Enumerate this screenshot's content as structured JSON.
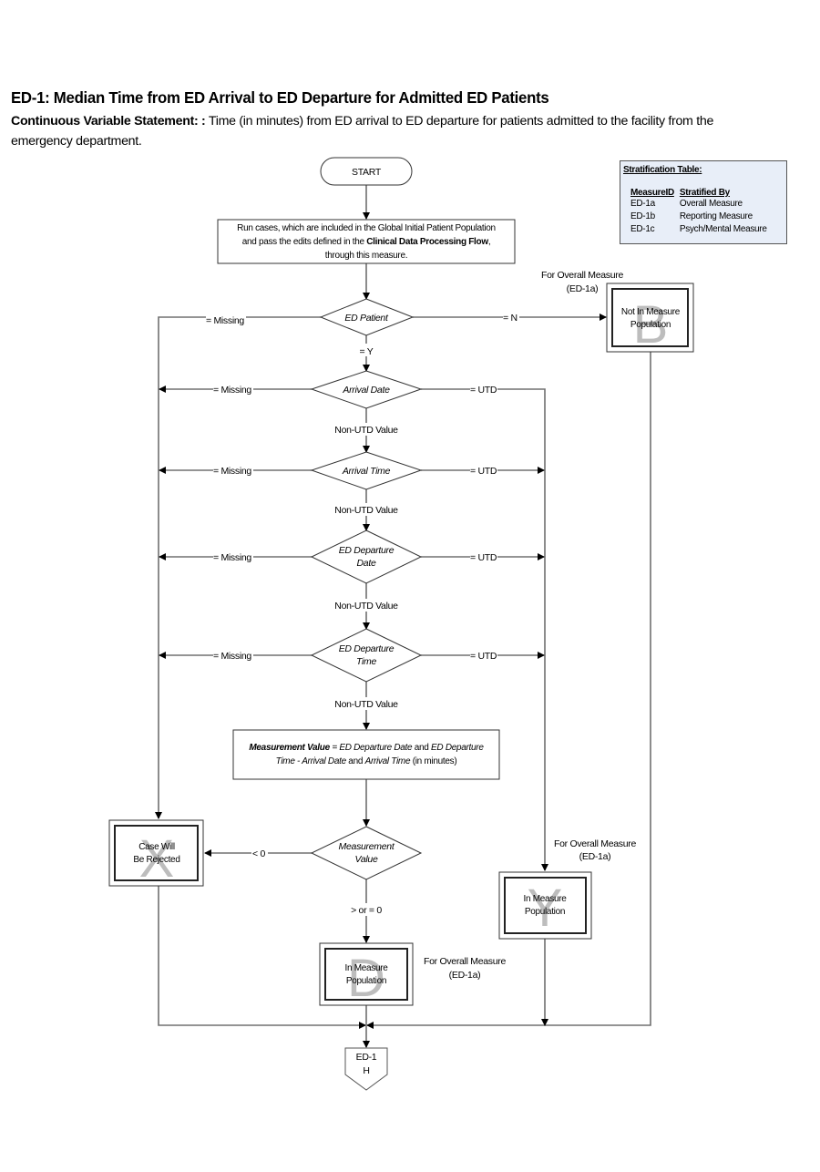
{
  "header": {
    "title": "ED-1: Median Time from ED Arrival to ED Departure for Admitted ED Patients",
    "statement_label": "Continuous Variable Statement: :",
    "statement_text": " Time (in minutes) from ED arrival to ED departure for patients admitted to the facility from the emergency department."
  },
  "stratification": {
    "title": "Stratification Table:",
    "columns": [
      "MeasureID",
      "Stratified By"
    ],
    "rows": [
      [
        "ED-1a",
        "Overall Measure"
      ],
      [
        "ED-1b",
        "Reporting Measure"
      ],
      [
        "ED-1c",
        "Psych/Mental Measure"
      ]
    ]
  },
  "flow": {
    "start": "START",
    "run_cases": {
      "line1": "Run cases, which are included in the Global Initial Patient Population",
      "line2_pre": "and pass the edits defined in the ",
      "line2_bold": "Clinical Data Processing Flow",
      "line2_post": ",",
      "line3": "through this measure."
    },
    "decisions": {
      "ed_patient": [
        "ED Patient"
      ],
      "arrival_date": [
        "Arrival Date"
      ],
      "arrival_time": [
        "Arrival Time"
      ],
      "ed_departure_date": [
        "ED Departure",
        "Date"
      ],
      "ed_departure_time": [
        "ED Departure",
        "Time"
      ],
      "measurement_value": [
        "Measurement",
        "Value"
      ]
    },
    "edge_labels": {
      "missing": "= Missing",
      "equals_n": "= N",
      "equals_y": "= Y",
      "utd": "= UTD",
      "non_utd": "Non-UTD Value",
      "less_than_zero": "< 0",
      "gte_zero": "> or = 0"
    },
    "measurement_box": {
      "bold_italic": "Measurement Value",
      "l1_italic": " = ED Departure Date",
      "l1_and": " and ",
      "l1_italic2": "ED Departure",
      "l2_italic": "Time - Arrival Date",
      "l2_and": " and ",
      "l2_italic2": "Arrival Time",
      "l2_plain": " (in minutes)"
    },
    "outcomes": {
      "b": {
        "letter": "B",
        "lines": [
          "Not In Measure",
          "Population"
        ],
        "note": [
          "For Overall Measure",
          "(ED-1a)"
        ]
      },
      "x": {
        "letter": "X",
        "lines": [
          "Case Will",
          "Be Rejected"
        ]
      },
      "y": {
        "letter": "Y",
        "lines": [
          "In Measure",
          "Population"
        ],
        "note": [
          "For Overall Measure",
          "(ED-1a)"
        ]
      },
      "d": {
        "letter": "D",
        "lines": [
          "In Measure",
          "Population"
        ],
        "note": [
          "For Overall Measure",
          "(ED-1a)"
        ]
      }
    },
    "connector": [
      "ED-1",
      "H"
    ]
  }
}
